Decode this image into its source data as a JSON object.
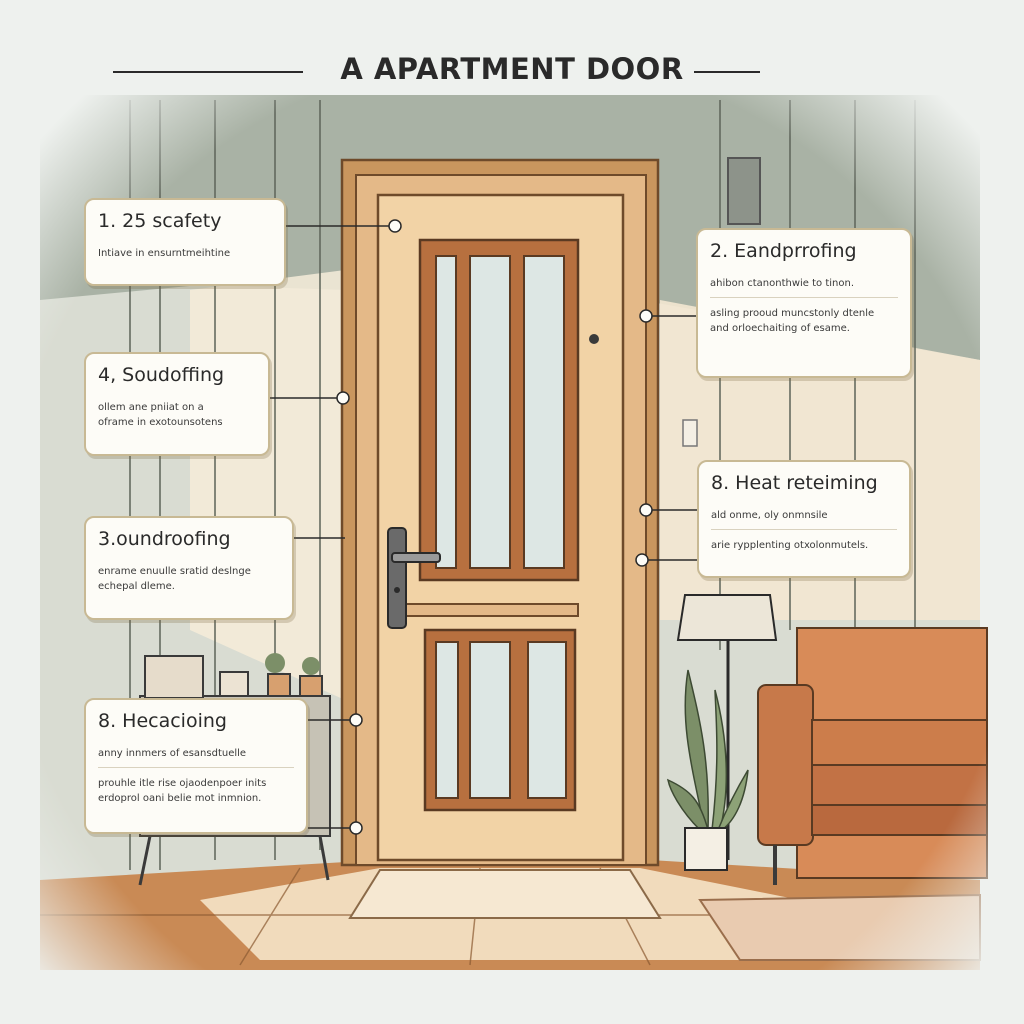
{
  "title": "A APARTMENT DOOR",
  "callouts": [
    {
      "heading": "1. 25  scafety",
      "lines": [
        "Intiave in ensurntmeihtine"
      ]
    },
    {
      "heading": "2. Eandprrofing",
      "lines": [
        "ahibon ctanonthwie to tinon."
      ],
      "extra": [
        "asling prooud muncstonly dtenle",
        "and orloechaiting of esame."
      ]
    },
    {
      "heading": "4, Soudoffing",
      "lines": [
        "ollem ane pniiat on a",
        "oframe in exotounsotens"
      ]
    },
    {
      "heading": "8. Heat reteiming",
      "lines": [
        "ald onme, oly onmnsile"
      ],
      "extra": [
        "arie rypplenting otxolonmutels."
      ]
    },
    {
      "heading": "3.oundroofing",
      "lines": [
        "enrame enuulle sratid deslnge",
        "echepal dleme."
      ]
    },
    {
      "heading": "8. Hecacioing",
      "lines": [
        "anny innmers of esansdtuelle"
      ],
      "extra": [
        "prouhle itle rise ojaodenpoer inits",
        "erdoprol oani belie mot inmnion."
      ]
    }
  ],
  "colors": {
    "wall": "#d9dcd2",
    "wall_shadow": "#aab2a5",
    "door": "#f2d3a6",
    "door_frame": "#c9965e",
    "window_frame": "#b7703f",
    "glass": "#dde7e4",
    "sofa": "#d88b58",
    "floor": "#c98a55",
    "card_border": "#c8b994"
  }
}
